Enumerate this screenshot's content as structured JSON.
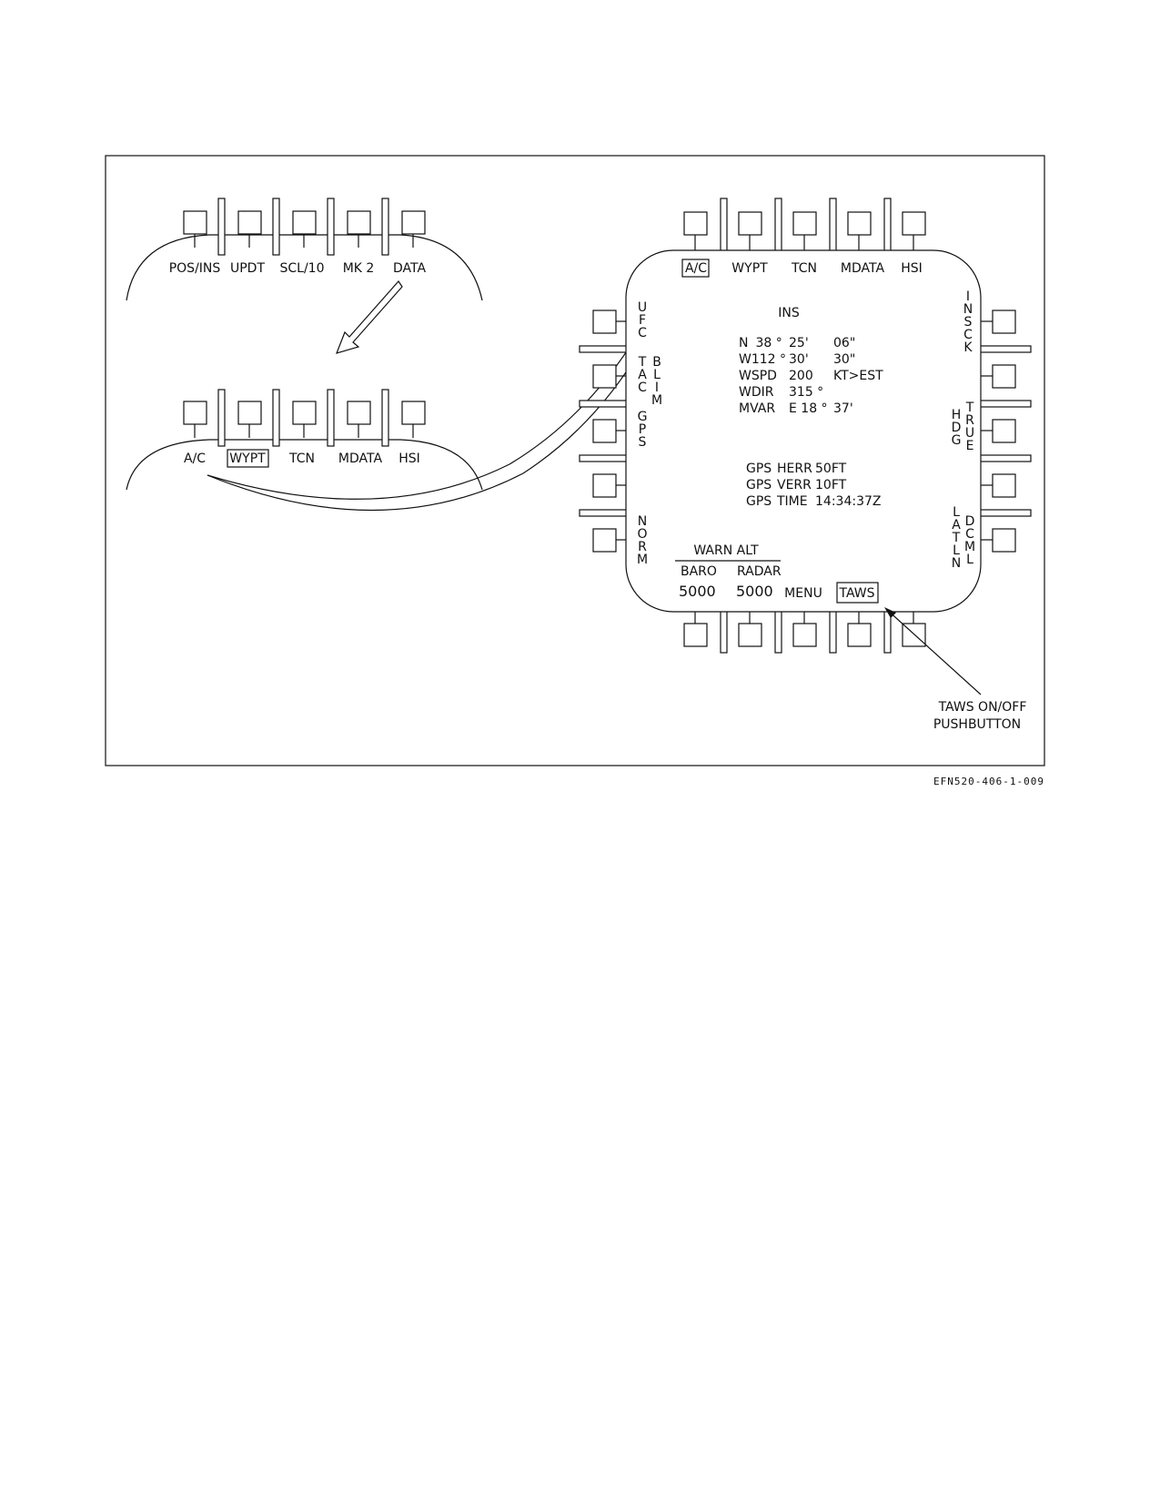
{
  "figure_id": "EFN520-406-1-009",
  "left_display_top": {
    "buttons": [
      "POS/INS",
      "UPDT",
      "SCL/10",
      "MK 2",
      "DATA"
    ]
  },
  "left_display_bottom": {
    "buttons": [
      "A/C",
      "WYPT",
      "TCN",
      "MDATA",
      "HSI"
    ],
    "boxed": "WYPT"
  },
  "right_display": {
    "top_buttons": [
      "A/C",
      "WYPT",
      "TCN",
      "MDATA",
      "HSI"
    ],
    "boxed_top": "A/C",
    "left_side": {
      "ufc": "UFC",
      "tac": "TAC",
      "blim": "BLIM",
      "gps": "GPS",
      "norm": "NORM"
    },
    "right_side": {
      "insck": "INSCK",
      "hdg": "HDG",
      "true": "TRUE",
      "latln": "LATLN",
      "dcml": "DCML"
    },
    "ins_title": "INS",
    "ins_rows": [
      [
        "N",
        "38 °",
        "25'",
        "06\""
      ],
      [
        "W112 °",
        "",
        "30'",
        "30\""
      ],
      [
        "WSPD",
        "",
        "200",
        "KT>EST"
      ],
      [
        "WDIR",
        "",
        "315 °",
        ""
      ],
      [
        "MVAR",
        "",
        "E 18 °",
        "37'"
      ]
    ],
    "gps_rows": [
      [
        "GPS",
        "HERR",
        "50FT"
      ],
      [
        "GPS",
        "VERR",
        "10FT"
      ],
      [
        "GPS",
        "TIME",
        "14:34:37Z"
      ]
    ],
    "warn_alt": "WARN ALT",
    "baro_label": "BARO",
    "radar_label": "RADAR",
    "baro_value": "5000",
    "radar_value": "5000",
    "menu": "MENU",
    "taws": "TAWS"
  },
  "callout": {
    "line1": "TAWS ON/OFF",
    "line2": "PUSHBUTTON"
  }
}
